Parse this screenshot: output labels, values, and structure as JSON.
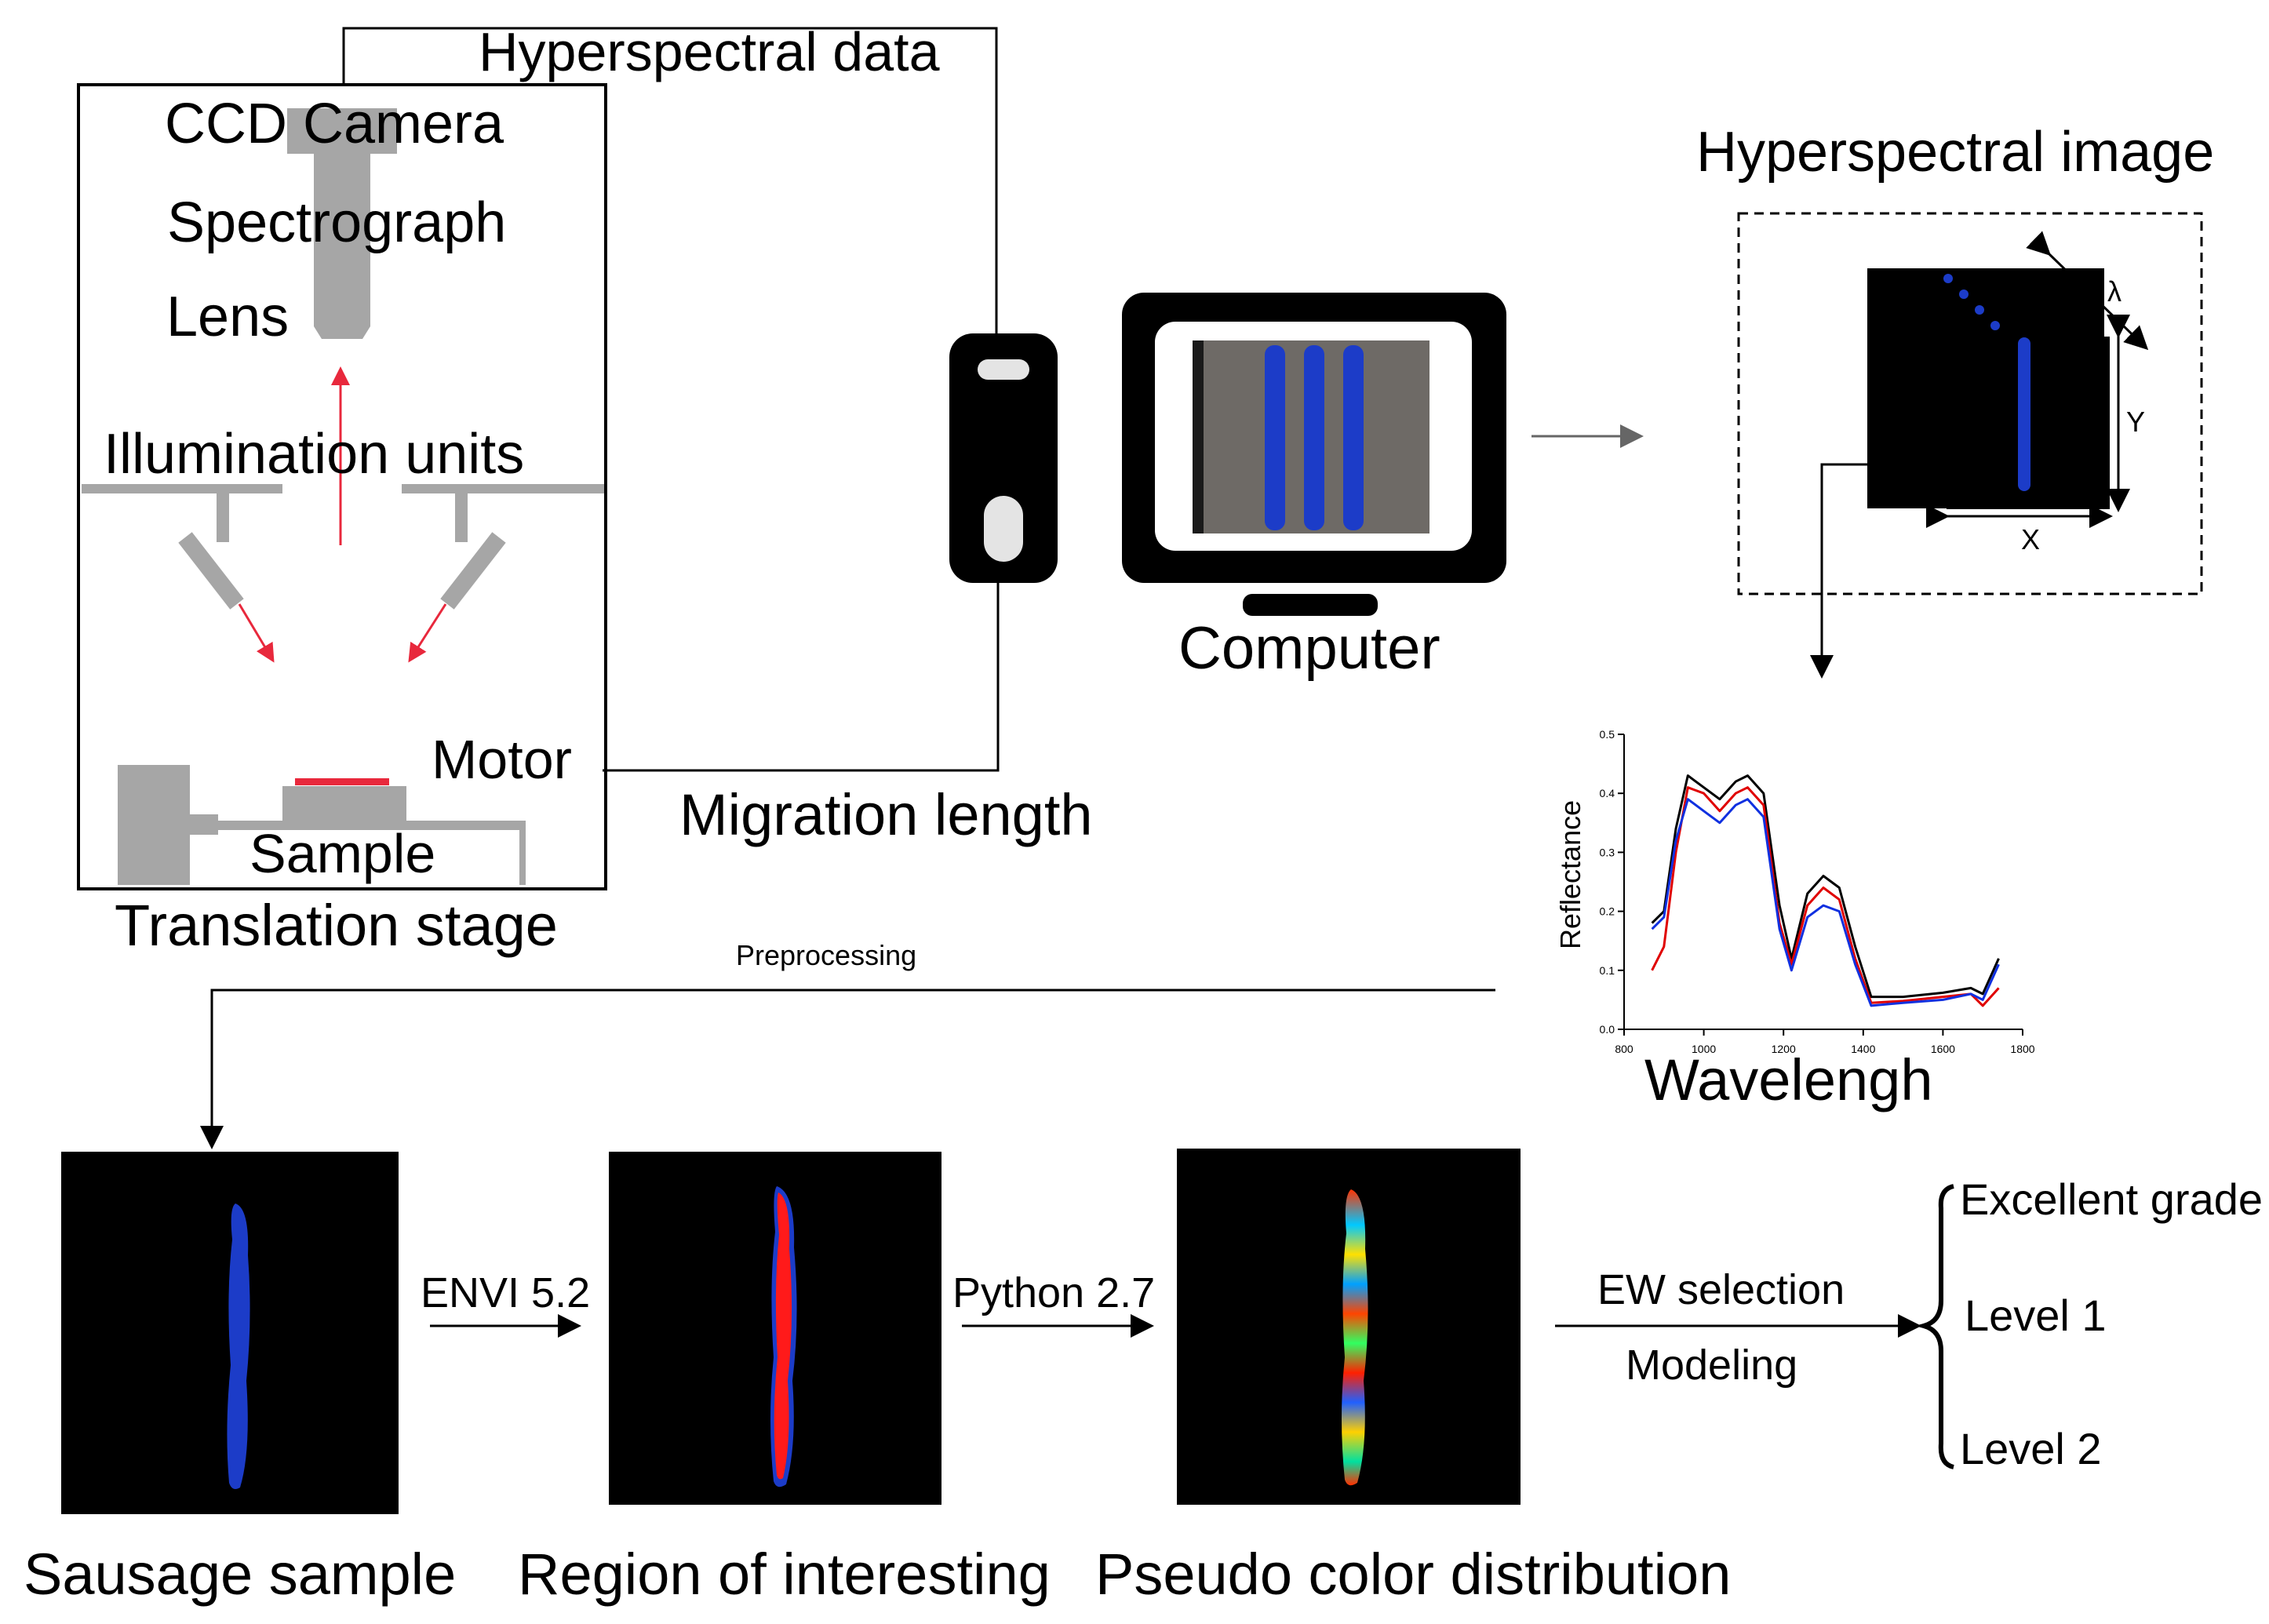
{
  "labels": {
    "hyperspectral_data": "Hyperspectral data",
    "ccd_camera": "CCD Camera",
    "spectrograph": "Spectrograph",
    "lens": "Lens",
    "illumination_units": "Illumination units",
    "motor": "Motor",
    "sample": "Sample",
    "translation_stage": "Translation stage",
    "migration_length": "Migration length",
    "computer": "Computer",
    "hyperspectral_image": "Hyperspectral image",
    "axis_lambda": "λ",
    "axis_y": "Y",
    "axis_x": "X",
    "preprocessing": "Preprocessing",
    "wavelength": "Wavelengh",
    "envi": "ENVI 5.2",
    "python": "Python 2.7",
    "ew_selection": "EW selection",
    "modeling": "Modeling",
    "excellent_grade": "Excellent grade",
    "level1": "Level 1",
    "level2": "Level 2",
    "sausage_sample": "Sausage sample",
    "region_of_interesting": "Region of interesting",
    "pseudo_color": "Pseudo color distribution"
  },
  "colors": {
    "device_gray": "#a6a6a6",
    "beam_red": "#e8283c",
    "sausage_blue": "#1c3cc8",
    "roi_red": "#ff1a1a",
    "series_black": "#000000",
    "series_red": "#e00000",
    "series_blue": "#1030e0"
  },
  "chart_data": {
    "type": "line",
    "title": "",
    "xlabel": "Wavelengh",
    "ylabel": "Reflectance",
    "xlim": [
      800,
      1800
    ],
    "ylim": [
      0.0,
      0.5
    ],
    "x_ticks": [
      "800",
      "1000",
      "1200",
      "1400",
      "1600",
      "1800"
    ],
    "y_ticks": [
      "0.0",
      "0.1",
      "0.2",
      "0.3",
      "0.4",
      "0.5"
    ],
    "x": [
      870,
      900,
      930,
      960,
      1000,
      1040,
      1080,
      1110,
      1150,
      1190,
      1220,
      1260,
      1300,
      1340,
      1380,
      1420,
      1500,
      1600,
      1670,
      1700,
      1740
    ],
    "series": [
      {
        "values": [
          0.18,
          0.2,
          0.34,
          0.43,
          0.41,
          0.39,
          0.42,
          0.43,
          0.4,
          0.21,
          0.12,
          0.23,
          0.26,
          0.24,
          0.14,
          0.055,
          0.055,
          0.062,
          0.07,
          0.06,
          0.12
        ],
        "color": "#000000"
      },
      {
        "values": [
          0.1,
          0.14,
          0.3,
          0.41,
          0.4,
          0.37,
          0.4,
          0.41,
          0.38,
          0.18,
          0.11,
          0.21,
          0.24,
          0.22,
          0.12,
          0.045,
          0.048,
          0.055,
          0.06,
          0.04,
          0.07
        ],
        "color": "#e00000"
      },
      {
        "values": [
          0.17,
          0.19,
          0.32,
          0.39,
          0.37,
          0.35,
          0.38,
          0.39,
          0.36,
          0.17,
          0.1,
          0.19,
          0.21,
          0.2,
          0.11,
          0.04,
          0.045,
          0.05,
          0.06,
          0.05,
          0.11
        ],
        "color": "#1030e0"
      }
    ]
  }
}
